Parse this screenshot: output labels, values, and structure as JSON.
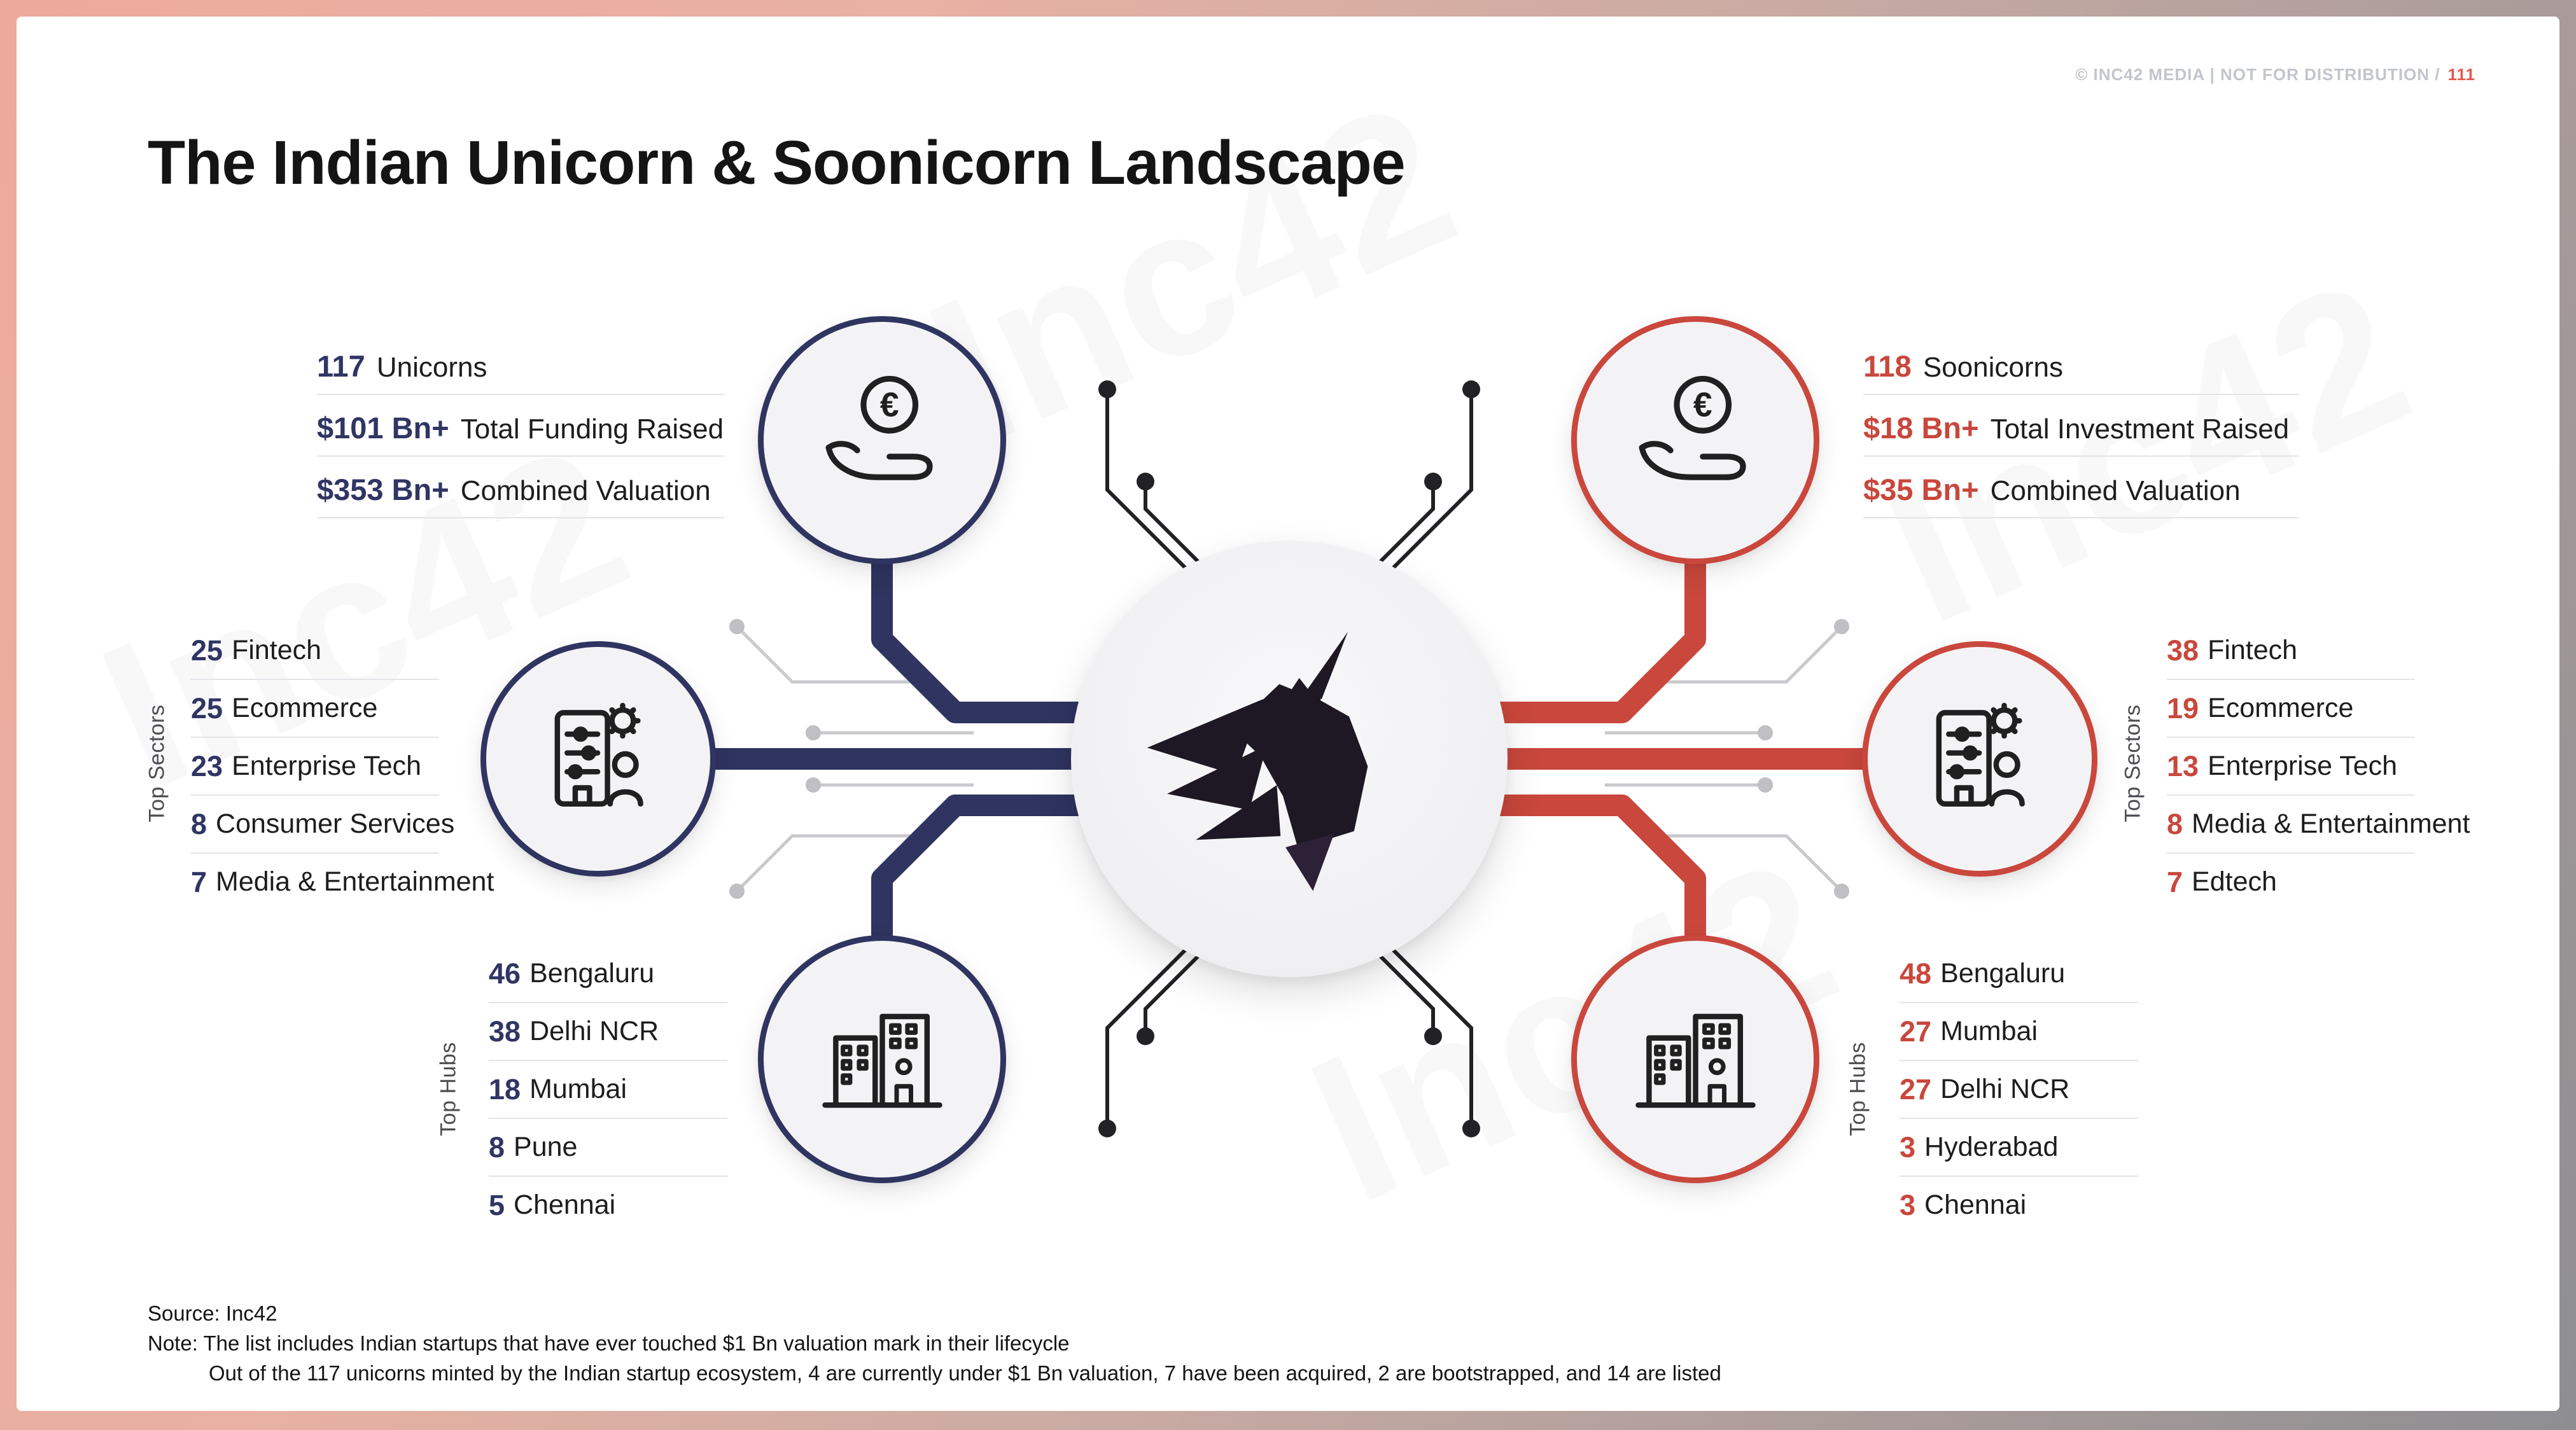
{
  "page": {
    "title": "The Indian Unicorn & Soonicorn Landscape",
    "copyright": "© INC42 MEDIA | NOT FOR DISTRIBUTION /",
    "page_number": "111",
    "watermark": "Inc42"
  },
  "colors": {
    "unicorn_accent": "#303564",
    "soonicorn_accent": "#c9473c"
  },
  "icons": {
    "currency_symbol": "€"
  },
  "unicorns": {
    "stats": [
      {
        "value": "117",
        "label": "Unicorns"
      },
      {
        "value": "$101 Bn+",
        "label": "Total Funding Raised"
      },
      {
        "value": "$353 Bn+",
        "label": "Combined Valuation"
      }
    ],
    "sectors_title": "Top Sectors",
    "sectors": [
      {
        "value": "25",
        "label": "Fintech"
      },
      {
        "value": "25",
        "label": "Ecommerce"
      },
      {
        "value": "23",
        "label": "Enterprise Tech"
      },
      {
        "value": "8",
        "label": "Consumer Services"
      },
      {
        "value": "7",
        "label": "Media & Entertainment"
      }
    ],
    "hubs_title": "Top Hubs",
    "hubs": [
      {
        "value": "46",
        "label": "Bengaluru"
      },
      {
        "value": "38",
        "label": "Delhi NCR"
      },
      {
        "value": "18",
        "label": "Mumbai"
      },
      {
        "value": "8",
        "label": "Pune"
      },
      {
        "value": "5",
        "label": "Chennai"
      }
    ]
  },
  "soonicorns": {
    "stats": [
      {
        "value": "118",
        "label": "Soonicorns"
      },
      {
        "value": "$18 Bn+",
        "label": "Total Investment Raised"
      },
      {
        "value": "$35 Bn+",
        "label": "Combined Valuation"
      }
    ],
    "sectors_title": "Top Sectors",
    "sectors": [
      {
        "value": "38",
        "label": "Fintech"
      },
      {
        "value": "19",
        "label": "Ecommerce"
      },
      {
        "value": "13",
        "label": "Enterprise Tech"
      },
      {
        "value": "8",
        "label": "Media & Entertainment"
      },
      {
        "value": "7",
        "label": "Edtech"
      }
    ],
    "hubs_title": "Top Hubs",
    "hubs": [
      {
        "value": "48",
        "label": "Bengaluru"
      },
      {
        "value": "27",
        "label": "Mumbai"
      },
      {
        "value": "27",
        "label": "Delhi NCR"
      },
      {
        "value": "3",
        "label": "Hyderabad"
      },
      {
        "value": "3",
        "label": "Chennai"
      }
    ]
  },
  "footer": {
    "source": "Source: Inc42",
    "note_line1": "Note: The list includes Indian startups that have ever touched $1 Bn valuation mark in their lifecycle",
    "note_line2": "Out of the 117 unicorns minted by the Indian startup ecosystem, 4 are currently under $1 Bn valuation, 7 have been acquired, 2 are bootstrapped, and 14 are listed"
  }
}
